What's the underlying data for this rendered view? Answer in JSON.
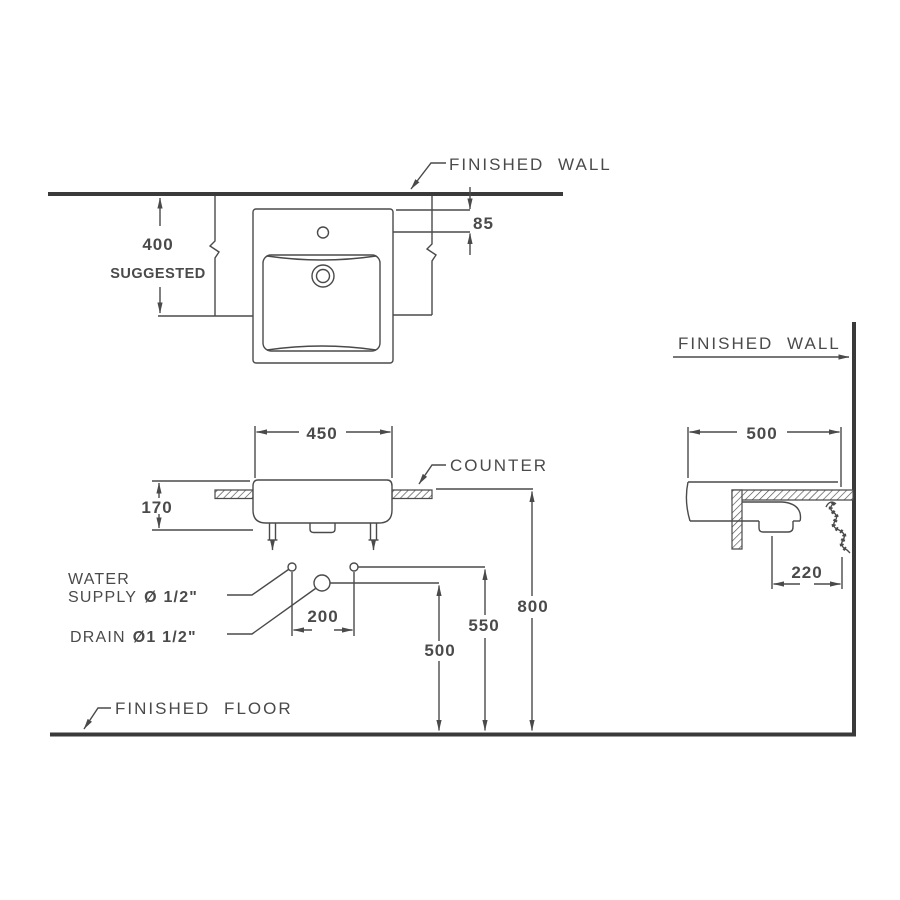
{
  "colors": {
    "background": "#ffffff",
    "line": "#4a4a4a",
    "thick_line": "#3a3a3a",
    "text": "#4a4a4a"
  },
  "top_view": {
    "wall_label": "FINISHED WALL",
    "wall_offset_dim": "400",
    "wall_offset_note": "SUGGESTED",
    "rim_to_faucet_dim": "85"
  },
  "front_view": {
    "width_dim": "450",
    "basin_height_dim": "170",
    "counter_label": "COUNTER",
    "supply_spacing_dim": "200",
    "drain_height_dim": "500",
    "supply_height_dim": "550",
    "counter_height_dim": "800",
    "water_supply_label_line1": "WATER",
    "water_supply_label_line2": "SUPPLY",
    "water_supply_size": "Ø 1/2\"",
    "drain_label": "DRAIN",
    "drain_size": "Ø1 1/2\"",
    "floor_label": "FINISHED FLOOR"
  },
  "side_view": {
    "wall_label": "FINISHED WALL",
    "depth_dim": "500",
    "drain_to_wall_dim": "220"
  }
}
